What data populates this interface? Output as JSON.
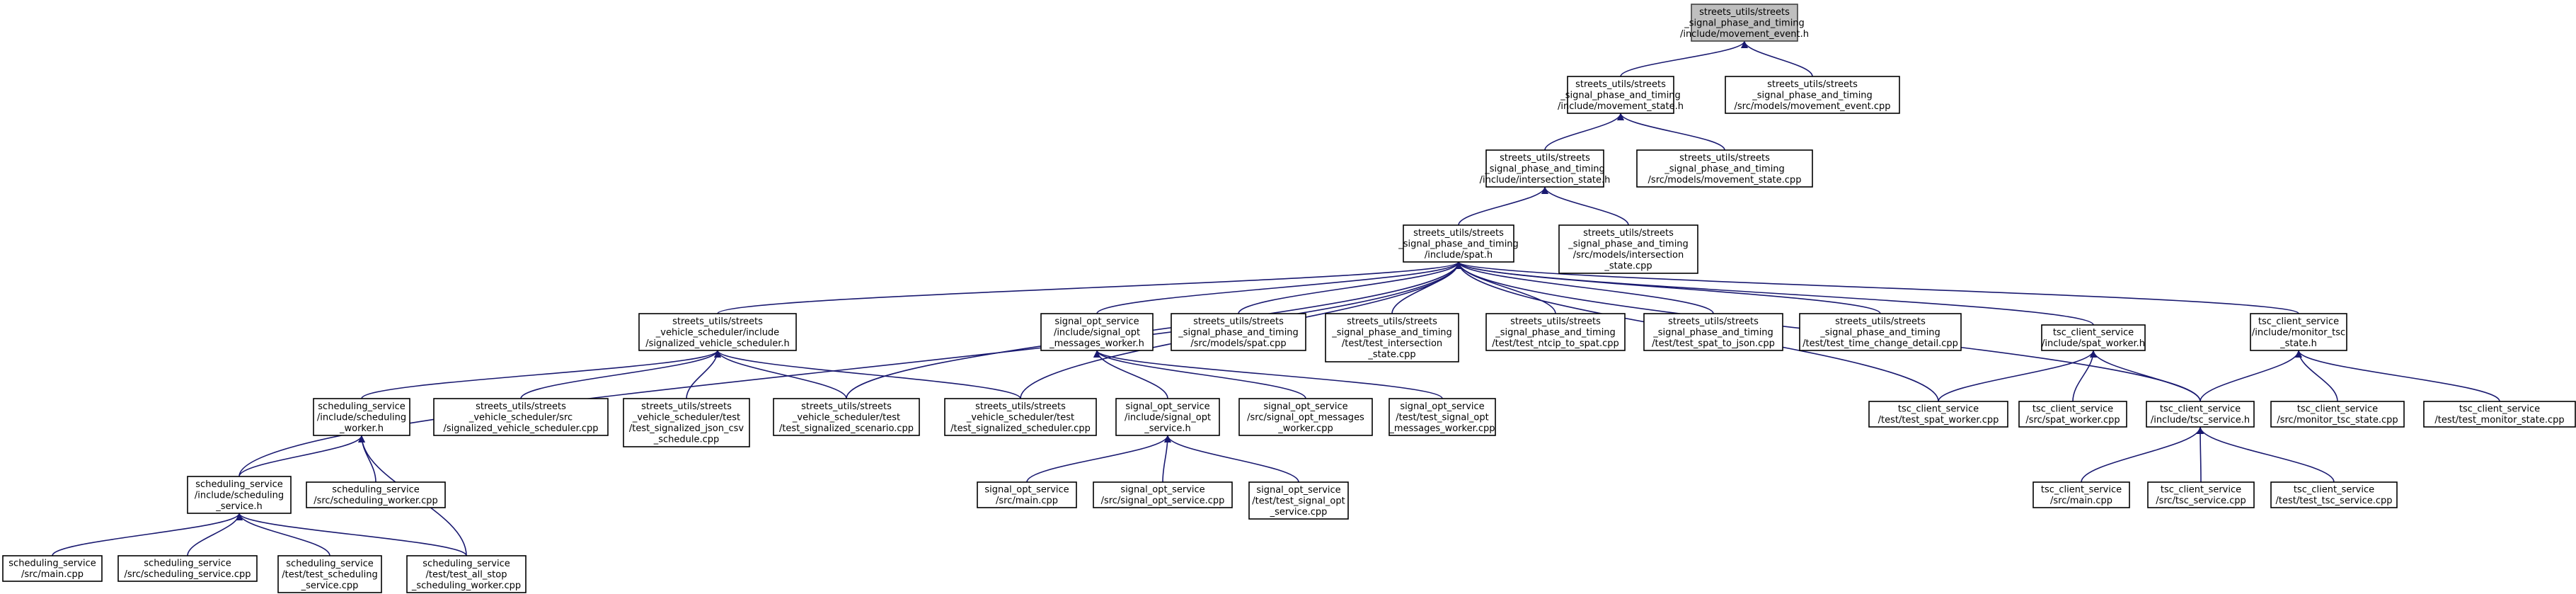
{
  "graph": {
    "type": "include-dependency-graph",
    "edge_color": "#191970",
    "root_fill": "#bfbfbf",
    "nodes": [
      {
        "id": "movement_event_h",
        "lines": [
          "streets_utils/streets",
          "_signal_phase_and_timing",
          "/include/movement_event.h"
        ],
        "root": true
      },
      {
        "id": "movement_state_h",
        "lines": [
          "streets_utils/streets",
          "_signal_phase_and_timing",
          "/include/movement_state.h"
        ]
      },
      {
        "id": "movement_event_cpp",
        "lines": [
          "streets_utils/streets",
          "_signal_phase_and_timing",
          "/src/models/movement_event.cpp"
        ]
      },
      {
        "id": "intersection_state_h",
        "lines": [
          "streets_utils/streets",
          "_signal_phase_and_timing",
          "/include/intersection_state.h"
        ]
      },
      {
        "id": "movement_state_cpp",
        "lines": [
          "streets_utils/streets",
          "_signal_phase_and_timing",
          "/src/models/movement_state.cpp"
        ]
      },
      {
        "id": "spat_h",
        "lines": [
          "streets_utils/streets",
          "_signal_phase_and_timing",
          "/include/spat.h"
        ]
      },
      {
        "id": "intersection_state_cpp",
        "lines": [
          "streets_utils/streets",
          "_signal_phase_and_timing",
          "/src/models/intersection",
          "_state.cpp"
        ]
      },
      {
        "id": "signalized_vehicle_scheduler_h",
        "lines": [
          "streets_utils/streets",
          "_vehicle_scheduler/include",
          "/signalized_vehicle_scheduler.h"
        ]
      },
      {
        "id": "signal_opt_messages_worker_h",
        "lines": [
          "signal_opt_service",
          "/include/signal_opt",
          "_messages_worker.h"
        ]
      },
      {
        "id": "spat_cpp",
        "lines": [
          "streets_utils/streets",
          "_signal_phase_and_timing",
          "/src/models/spat.cpp"
        ]
      },
      {
        "id": "test_intersection_state_cpp",
        "lines": [
          "streets_utils/streets",
          "_signal_phase_and_timing",
          "/test/test_intersection",
          "_state.cpp"
        ]
      },
      {
        "id": "test_ntcip_to_spat_cpp",
        "lines": [
          "streets_utils/streets",
          "_signal_phase_and_timing",
          "/test/test_ntcip_to_spat.cpp"
        ]
      },
      {
        "id": "test_spat_to_json_cpp",
        "lines": [
          "streets_utils/streets",
          "_signal_phase_and_timing",
          "/test/test_spat_to_json.cpp"
        ]
      },
      {
        "id": "test_time_change_detail_cpp",
        "lines": [
          "streets_utils/streets",
          "_signal_phase_and_timing",
          "/test/test_time_change_detail.cpp"
        ]
      },
      {
        "id": "spat_worker_h",
        "lines": [
          "tsc_client_service",
          "/include/spat_worker.h"
        ]
      },
      {
        "id": "monitor_tsc_state_h",
        "lines": [
          "tsc_client_service",
          "/include/monitor_tsc",
          "_state.h"
        ]
      },
      {
        "id": "scheduling_worker_h",
        "lines": [
          "scheduling_service",
          "/include/scheduling",
          "_worker.h"
        ]
      },
      {
        "id": "signalized_vehicle_scheduler_cpp",
        "lines": [
          "streets_utils/streets",
          "_vehicle_scheduler/src",
          "/signalized_vehicle_scheduler.cpp"
        ]
      },
      {
        "id": "test_signalized_json_csv_schedule_cpp",
        "lines": [
          "streets_utils/streets",
          "_vehicle_scheduler/test",
          "/test_signalized_json_csv",
          "_schedule.cpp"
        ]
      },
      {
        "id": "test_signalized_scenario_cpp",
        "lines": [
          "streets_utils/streets",
          "_vehicle_scheduler/test",
          "/test_signalized_scenario.cpp"
        ]
      },
      {
        "id": "test_signalized_scheduler_cpp",
        "lines": [
          "streets_utils/streets",
          "_vehicle_scheduler/test",
          "/test_signalized_scheduler.cpp"
        ]
      },
      {
        "id": "signal_opt_service_h",
        "lines": [
          "signal_opt_service",
          "/include/signal_opt",
          "_service.h"
        ]
      },
      {
        "id": "signal_opt_messages_worker_cpp",
        "lines": [
          "signal_opt_service",
          "/src/signal_opt_messages",
          "_worker.cpp"
        ]
      },
      {
        "id": "test_signal_opt_messages_worker_cpp",
        "lines": [
          "signal_opt_service",
          "/test/test_signal_opt",
          "_messages_worker.cpp"
        ]
      },
      {
        "id": "test_spat_worker_cpp",
        "lines": [
          "tsc_client_service",
          "/test/test_spat_worker.cpp"
        ]
      },
      {
        "id": "spat_worker_cpp",
        "lines": [
          "tsc_client_service",
          "/src/spat_worker.cpp"
        ]
      },
      {
        "id": "tsc_service_h",
        "lines": [
          "tsc_client_service",
          "/include/tsc_service.h"
        ]
      },
      {
        "id": "monitor_tsc_state_cpp",
        "lines": [
          "tsc_client_service",
          "/src/monitor_tsc_state.cpp"
        ]
      },
      {
        "id": "test_monitor_state_cpp",
        "lines": [
          "tsc_client_service",
          "/test/test_monitor_state.cpp"
        ]
      },
      {
        "id": "scheduling_service_h",
        "lines": [
          "scheduling_service",
          "/include/scheduling",
          "_service.h"
        ]
      },
      {
        "id": "scheduling_worker_cpp",
        "lines": [
          "scheduling_service",
          "/src/scheduling_worker.cpp"
        ]
      },
      {
        "id": "signal_opt_main_cpp",
        "lines": [
          "signal_opt_service",
          "/src/main.cpp"
        ]
      },
      {
        "id": "signal_opt_service_cpp",
        "lines": [
          "signal_opt_service",
          "/src/signal_opt_service.cpp"
        ]
      },
      {
        "id": "test_signal_opt_service_cpp",
        "lines": [
          "signal_opt_service",
          "/test/test_signal_opt",
          "_service.cpp"
        ]
      },
      {
        "id": "tsc_main_cpp",
        "lines": [
          "tsc_client_service",
          "/src/main.cpp"
        ]
      },
      {
        "id": "tsc_service_cpp",
        "lines": [
          "tsc_client_service",
          "/src/tsc_service.cpp"
        ]
      },
      {
        "id": "test_tsc_service_cpp",
        "lines": [
          "tsc_client_service",
          "/test/test_tsc_service.cpp"
        ]
      },
      {
        "id": "scheduling_main_cpp",
        "lines": [
          "scheduling_service",
          "/src/main.cpp"
        ]
      },
      {
        "id": "scheduling_service_cpp",
        "lines": [
          "scheduling_service",
          "/src/scheduling_service.cpp"
        ]
      },
      {
        "id": "test_scheduling_service_cpp",
        "lines": [
          "scheduling_service",
          "/test/test_scheduling",
          "_service.cpp"
        ]
      },
      {
        "id": "test_all_stop_scheduling_worker_cpp",
        "lines": [
          "scheduling_service",
          "/test/test_all_stop",
          "_scheduling_worker.cpp"
        ]
      }
    ],
    "edges": [
      [
        "movement_state_h",
        "movement_event_h"
      ],
      [
        "movement_event_cpp",
        "movement_event_h"
      ],
      [
        "intersection_state_h",
        "movement_state_h"
      ],
      [
        "movement_state_cpp",
        "movement_state_h"
      ],
      [
        "spat_h",
        "intersection_state_h"
      ],
      [
        "intersection_state_cpp",
        "intersection_state_h"
      ],
      [
        "signalized_vehicle_scheduler_h",
        "spat_h"
      ],
      [
        "signal_opt_messages_worker_h",
        "spat_h"
      ],
      [
        "spat_cpp",
        "spat_h"
      ],
      [
        "test_intersection_state_cpp",
        "spat_h"
      ],
      [
        "test_ntcip_to_spat_cpp",
        "spat_h"
      ],
      [
        "test_spat_to_json_cpp",
        "spat_h"
      ],
      [
        "test_time_change_detail_cpp",
        "spat_h"
      ],
      [
        "spat_worker_h",
        "spat_h"
      ],
      [
        "monitor_tsc_state_h",
        "spat_h"
      ],
      [
        "scheduling_service_h",
        "spat_h"
      ],
      [
        "test_signalized_scenario_cpp",
        "spat_h"
      ],
      [
        "test_signalized_scheduler_cpp",
        "spat_h"
      ],
      [
        "test_spat_worker_cpp",
        "spat_h"
      ],
      [
        "tsc_service_h",
        "spat_h"
      ],
      [
        "scheduling_worker_h",
        "signalized_vehicle_scheduler_h"
      ],
      [
        "signalized_vehicle_scheduler_cpp",
        "signalized_vehicle_scheduler_h"
      ],
      [
        "test_signalized_json_csv_schedule_cpp",
        "signalized_vehicle_scheduler_h"
      ],
      [
        "test_signalized_scenario_cpp",
        "signalized_vehicle_scheduler_h"
      ],
      [
        "test_signalized_scheduler_cpp",
        "signalized_vehicle_scheduler_h"
      ],
      [
        "signal_opt_service_h",
        "signal_opt_messages_worker_h"
      ],
      [
        "signal_opt_messages_worker_cpp",
        "signal_opt_messages_worker_h"
      ],
      [
        "test_signal_opt_messages_worker_cpp",
        "signal_opt_messages_worker_h"
      ],
      [
        "test_spat_worker_cpp",
        "spat_worker_h"
      ],
      [
        "spat_worker_cpp",
        "spat_worker_h"
      ],
      [
        "tsc_service_h",
        "spat_worker_h"
      ],
      [
        "tsc_service_h",
        "monitor_tsc_state_h"
      ],
      [
        "monitor_tsc_state_cpp",
        "monitor_tsc_state_h"
      ],
      [
        "test_monitor_state_cpp",
        "monitor_tsc_state_h"
      ],
      [
        "scheduling_service_h",
        "scheduling_worker_h"
      ],
      [
        "scheduling_worker_cpp",
        "scheduling_worker_h"
      ],
      [
        "test_all_stop_scheduling_worker_cpp",
        "scheduling_worker_h"
      ],
      [
        "signal_opt_main_cpp",
        "signal_opt_service_h"
      ],
      [
        "signal_opt_service_cpp",
        "signal_opt_service_h"
      ],
      [
        "test_signal_opt_service_cpp",
        "signal_opt_service_h"
      ],
      [
        "tsc_main_cpp",
        "tsc_service_h"
      ],
      [
        "tsc_service_cpp",
        "tsc_service_h"
      ],
      [
        "test_tsc_service_cpp",
        "tsc_service_h"
      ],
      [
        "scheduling_main_cpp",
        "scheduling_service_h"
      ],
      [
        "scheduling_service_cpp",
        "scheduling_service_h"
      ],
      [
        "test_scheduling_service_cpp",
        "scheduling_service_h"
      ],
      [
        "test_all_stop_scheduling_worker_cpp",
        "scheduling_service_h"
      ]
    ]
  }
}
